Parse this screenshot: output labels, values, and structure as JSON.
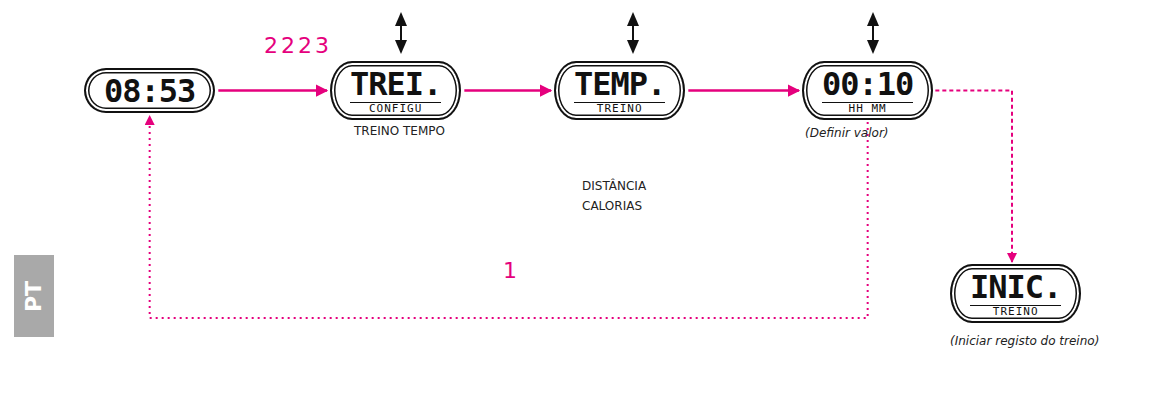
{
  "diagram": {
    "nodes": [
      {
        "text": [
          "08:53"
        ]
      },
      {
        "text": [
          "TREI.",
          "CONFIGU"
        ]
      },
      {
        "text": [
          "TEMP.",
          "TREINO"
        ]
      },
      {
        "text": [
          "00:10",
          "HH MM"
        ]
      },
      {
        "text": [
          "INIC.",
          "TREINO"
        ]
      }
    ],
    "edges": [
      {
        "from": 0,
        "to": 1,
        "arrow": "to"
      },
      {
        "from": 1,
        "to": 2,
        "arrow": "to"
      },
      {
        "from": 2,
        "to": 3,
        "arrow": "to"
      },
      {
        "from": 3,
        "to": 4,
        "arrow": "to"
      },
      {
        "from": 3,
        "to": 0,
        "label": "1",
        "arrow": "to"
      }
    ],
    "labels": [
      "2223",
      "TREINO TEMPO",
      "DISTÂNCIA CALORIAS",
      "(Definir valor)",
      "(Iniciar registo do treino)",
      "PT"
    ]
  }
}
